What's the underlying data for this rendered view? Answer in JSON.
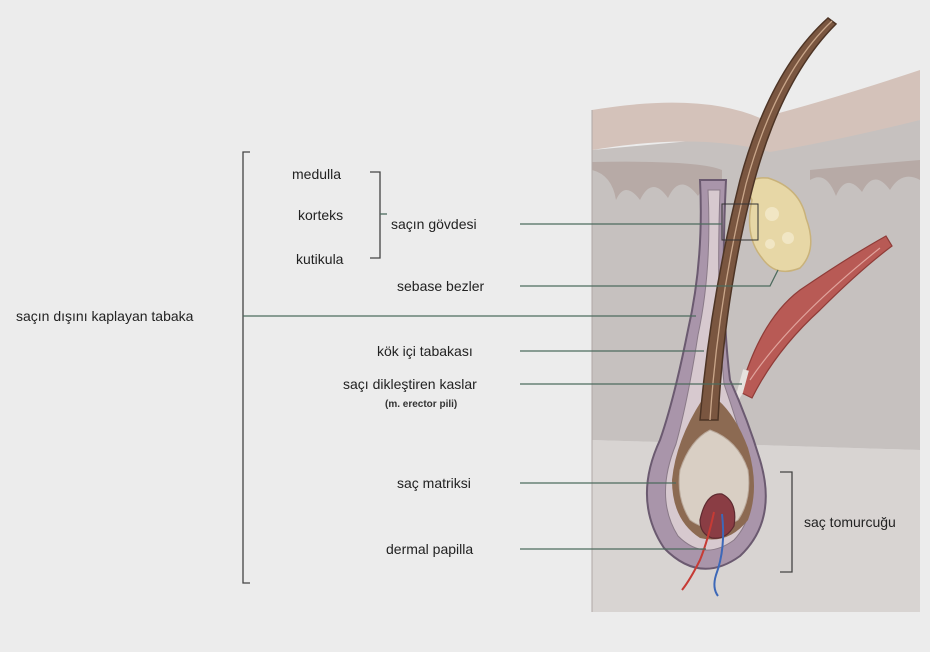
{
  "labels": {
    "medulla": "medulla",
    "korteks": "korteks",
    "kutikula": "kutikula",
    "sac_govdesi": "saçın gövdesi",
    "sebase_bezler": "sebase bezler",
    "dis_tabaka": "saçın dışını kaplayan tabaka",
    "kok_ici": "kök içi tabakası",
    "dik_kaslar": "saçı dikleştiren kaslar",
    "erector": "(m. erector pili)",
    "matriks": "saç matriksi",
    "papilla": "dermal papilla",
    "tomurcuk": "saç tomurcuğu"
  },
  "colors": {
    "background": "#ececec",
    "leader_line": "#4d6b5e",
    "skin_top": "#cdb9b1",
    "dermis": "#c6c1bf",
    "subcutis": "#d8d4d2",
    "hair_shaft": "#7a5640",
    "follicle_sheath": "#9c86a0",
    "muscle": "#b85a55",
    "gland": "#e8d9a8"
  }
}
